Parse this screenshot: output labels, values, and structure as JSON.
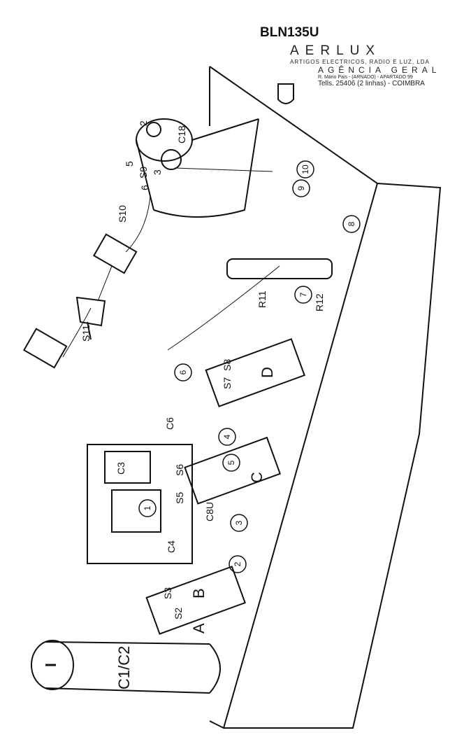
{
  "model": "BLN135U",
  "stamp": {
    "company": "AERLUX",
    "line1": "ARTIGOS ELECTRICOS, RADIO E LUZ, LDA",
    "line2": "AGÊNCIA GERAL",
    "line3": "R. Mário Pais - (ARNADO) - APARTADO 99",
    "line4": "Tells. 25406 (2 linhas) - COIMBRA"
  },
  "labels": {
    "c18": "C18",
    "coil_2": "2",
    "coil_5": "5",
    "s9": "S9",
    "coil_3": "3",
    "coil_6": "6",
    "s10": "S10",
    "s11": "S11",
    "r11": "R11",
    "r12": "R12",
    "n10": "10",
    "n9": "9",
    "n8": "8",
    "n7": "7",
    "n6": "6",
    "n5": "5",
    "n4": "4",
    "n3": "3",
    "n2": "2",
    "n1": "1",
    "s8": "S8",
    "s7": "S7",
    "d": "D",
    "c6": "C6",
    "c3": "C3",
    "s6": "S6",
    "c": "C",
    "s5": "S5",
    "c8u": "C8U",
    "c4": "C4",
    "s3": "S3",
    "b": "B",
    "s2": "S2",
    "a": "A",
    "c1c2": "C1/C2"
  }
}
